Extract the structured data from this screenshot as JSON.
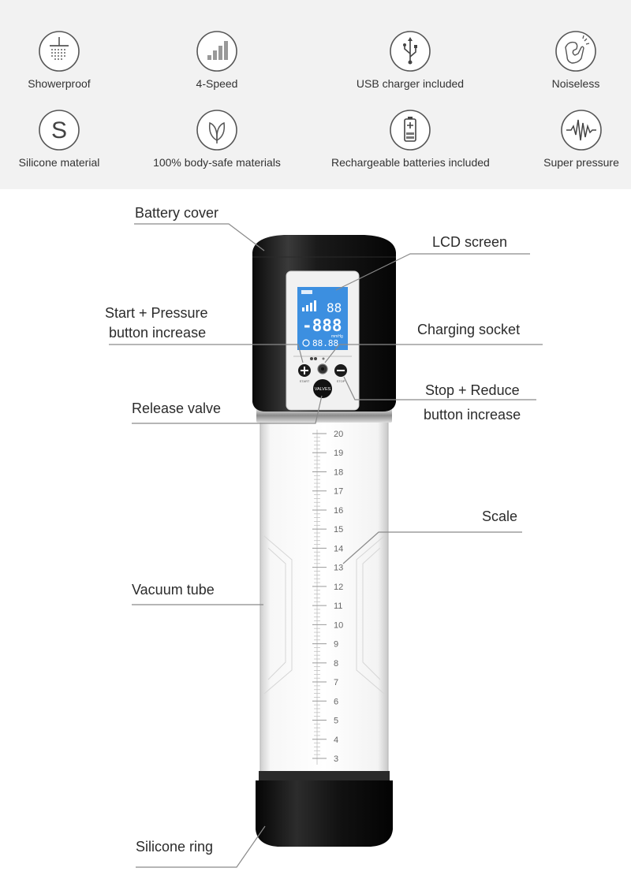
{
  "features": [
    {
      "label": "Showerproof",
      "icon": "shower-icon"
    },
    {
      "label": "4-Speed",
      "icon": "speed-bars-icon"
    },
    {
      "label": "USB charger included",
      "icon": "usb-icon"
    },
    {
      "label": "Noiseless",
      "icon": "mute-hand-icon"
    },
    {
      "label": "Silicone material",
      "icon": "letter-s-icon"
    },
    {
      "label": "100% body-safe materials",
      "icon": "leaf-icon"
    },
    {
      "label": "Rechargeable batteries included",
      "icon": "battery-icon"
    },
    {
      "label": "Super pressure",
      "icon": "pressure-wave-icon"
    }
  ],
  "callouts": {
    "battery_cover": "Battery cover",
    "lcd_screen": "LCD screen",
    "start_pressure_1": "Start + Pressure",
    "start_pressure_2": "button increase",
    "charging_socket": "Charging socket",
    "release_valve": "Release valve",
    "stop_reduce_1": "Stop + Reduce",
    "stop_reduce_2": "button increase",
    "scale": "Scale",
    "vacuum_tube": "Vacuum tube",
    "silicone_ring": "Silicone ring"
  },
  "device": {
    "lcd_top": "88",
    "lcd_mid": "-888",
    "lcd_bottom": "88.88",
    "lcd_unit": "mmHg",
    "button_start": "START",
    "button_stop": "STOP",
    "valve_label": "VALVES",
    "scale_numbers": [
      "20",
      "19",
      "18",
      "17",
      "16",
      "15",
      "14",
      "13",
      "12",
      "11",
      "10",
      "9",
      "8",
      "7",
      "6",
      "5",
      "4",
      "3"
    ]
  },
  "colors": {
    "feature_background": "#f2f2f2",
    "device_black": "#151515",
    "lcd_blue": "#3c8fe0",
    "callout_line": "#888888"
  }
}
